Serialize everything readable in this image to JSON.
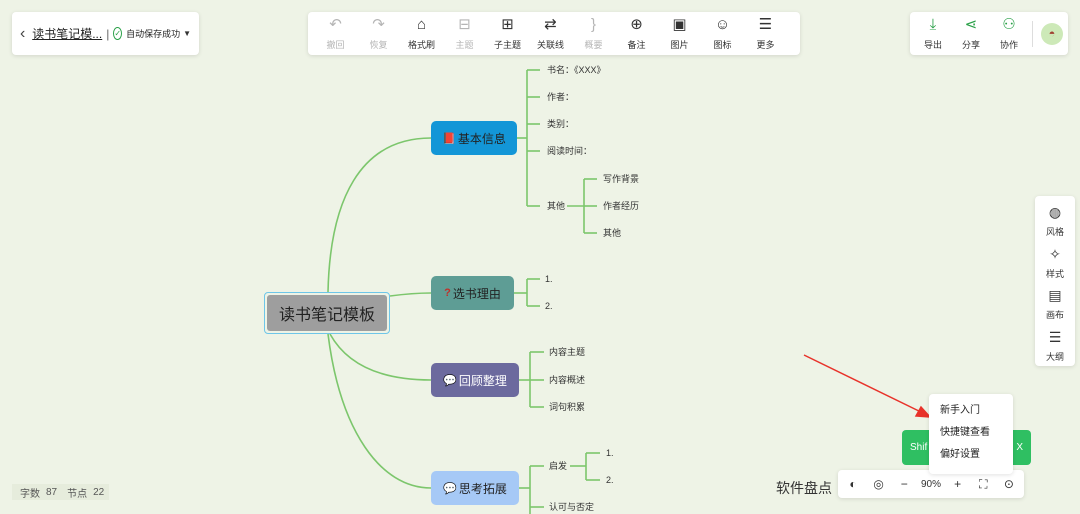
{
  "title_bar": {
    "back_icon": "chevron-left-icon",
    "doc_title": "读书笔记模...",
    "separator": "|",
    "save_status": "自动保存成功"
  },
  "toolbar": {
    "items": [
      {
        "label": "撤回",
        "icon": "undo-icon",
        "disabled": true
      },
      {
        "label": "恢复",
        "icon": "redo-icon",
        "disabled": true
      },
      {
        "label": "格式刷",
        "icon": "format-brush-icon",
        "disabled": false
      },
      {
        "label": "主题",
        "icon": "topic-icon",
        "disabled": true
      },
      {
        "label": "子主题",
        "icon": "subtopic-icon",
        "disabled": false
      },
      {
        "label": "关联线",
        "icon": "relation-line-icon",
        "disabled": false
      },
      {
        "label": "概要",
        "icon": "summary-icon",
        "disabled": true
      },
      {
        "label": "备注",
        "icon": "note-icon",
        "disabled": false
      },
      {
        "label": "图片",
        "icon": "image-icon",
        "disabled": false
      },
      {
        "label": "图标",
        "icon": "emoji-icon",
        "disabled": false
      },
      {
        "label": "更多",
        "icon": "menu-icon",
        "disabled": false
      }
    ]
  },
  "share_bar": {
    "export_label": "导出",
    "share_label": "分享",
    "collab_label": "协作"
  },
  "side_panel": {
    "style_label": "风格",
    "format_label": "样式",
    "canvas_label": "画布",
    "outline_label": "大纲"
  },
  "mindmap": {
    "root": "读书笔记模板",
    "basic": {
      "label": "基本信息",
      "children": [
        "书名：《XXX》",
        "作者：",
        "类别：",
        "阅读时间："
      ],
      "other": {
        "label": "其他",
        "children": [
          "写作背景",
          "作者经历",
          "其他"
        ]
      }
    },
    "reason": {
      "label": "选书理由",
      "children": [
        "1.",
        "2."
      ]
    },
    "review": {
      "label": "回顾整理",
      "children": [
        "内容主题",
        "内容概述",
        "词句积累"
      ]
    },
    "think": {
      "label": "思考拓展",
      "inspire": {
        "label": "启发",
        "children": [
          "1.",
          "2."
        ]
      },
      "approve": "认可与否定"
    },
    "line_color": "#7cc66c"
  },
  "status": {
    "word_count_label": "字数",
    "word_count": "87",
    "node_count_label": "节点",
    "node_count": "22"
  },
  "watermark": "软件盘点",
  "zoom": {
    "value": "90%"
  },
  "toast": {
    "left_text": "Shif",
    "right_text": "X"
  },
  "help_menu": {
    "items": [
      "新手入门",
      "快捷键查看",
      "偏好设置"
    ]
  },
  "colors": {
    "background": "#eef3e6",
    "accent": "#2aa048",
    "arrow": "#e8322a"
  }
}
